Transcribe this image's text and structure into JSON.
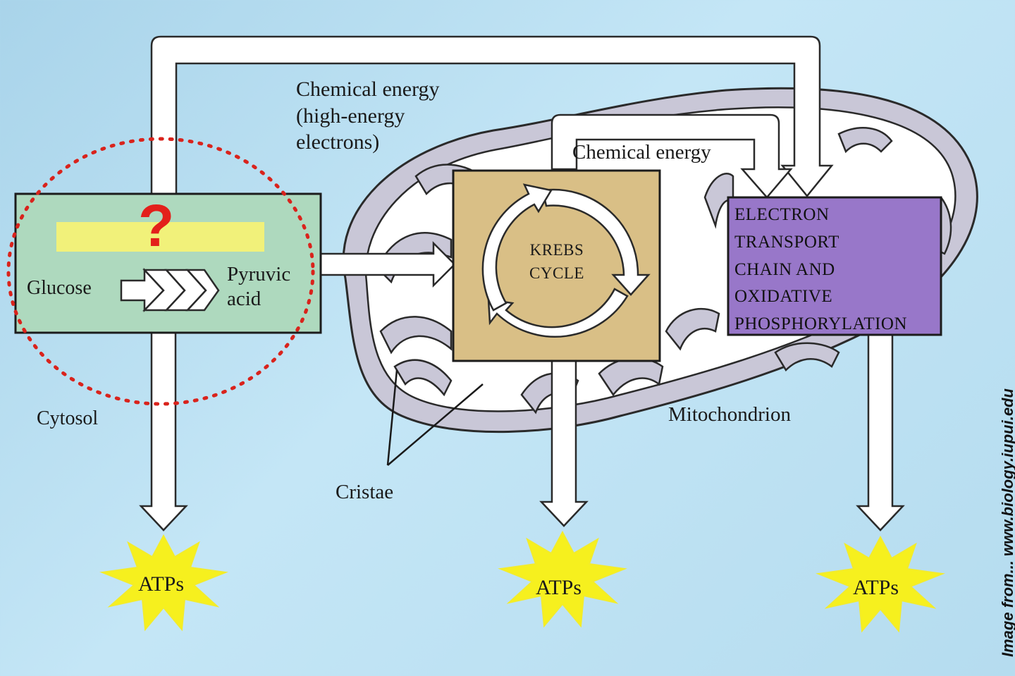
{
  "labels": {
    "chem_energy_top": [
      "Chemical energy",
      "(high-energy",
      "electrons)"
    ],
    "chem_energy_inner": "Chemical energy",
    "glucose": "Glucose",
    "pyruvic": [
      "Pyruvic",
      "acid"
    ],
    "cytosol": "Cytosol",
    "mitochondrion": "Mitochondrion",
    "cristae": "Cristae",
    "question_mark": "?",
    "credit": "Image from...   www.biology.iupui.edu"
  },
  "krebs": [
    "Krebs",
    "cycle"
  ],
  "etc": [
    "Electron",
    "transport",
    "chain and",
    "oxidative",
    "phosphorylation"
  ],
  "atps": [
    "ATPs",
    "ATPs",
    "ATPs"
  ],
  "colors": {
    "background": "#b9def0",
    "glycolysis_box": "#aed9be",
    "krebs_box": "#d9bf86",
    "etc_box": "#9877c9",
    "highlight_bar": "#f1f17a",
    "dotted_circle": "#d9231c",
    "question_mark": "#e3201b",
    "burst": "#f6f01e",
    "mito_body": "#c9c7d7",
    "arrow_fill": "#ffffff"
  }
}
